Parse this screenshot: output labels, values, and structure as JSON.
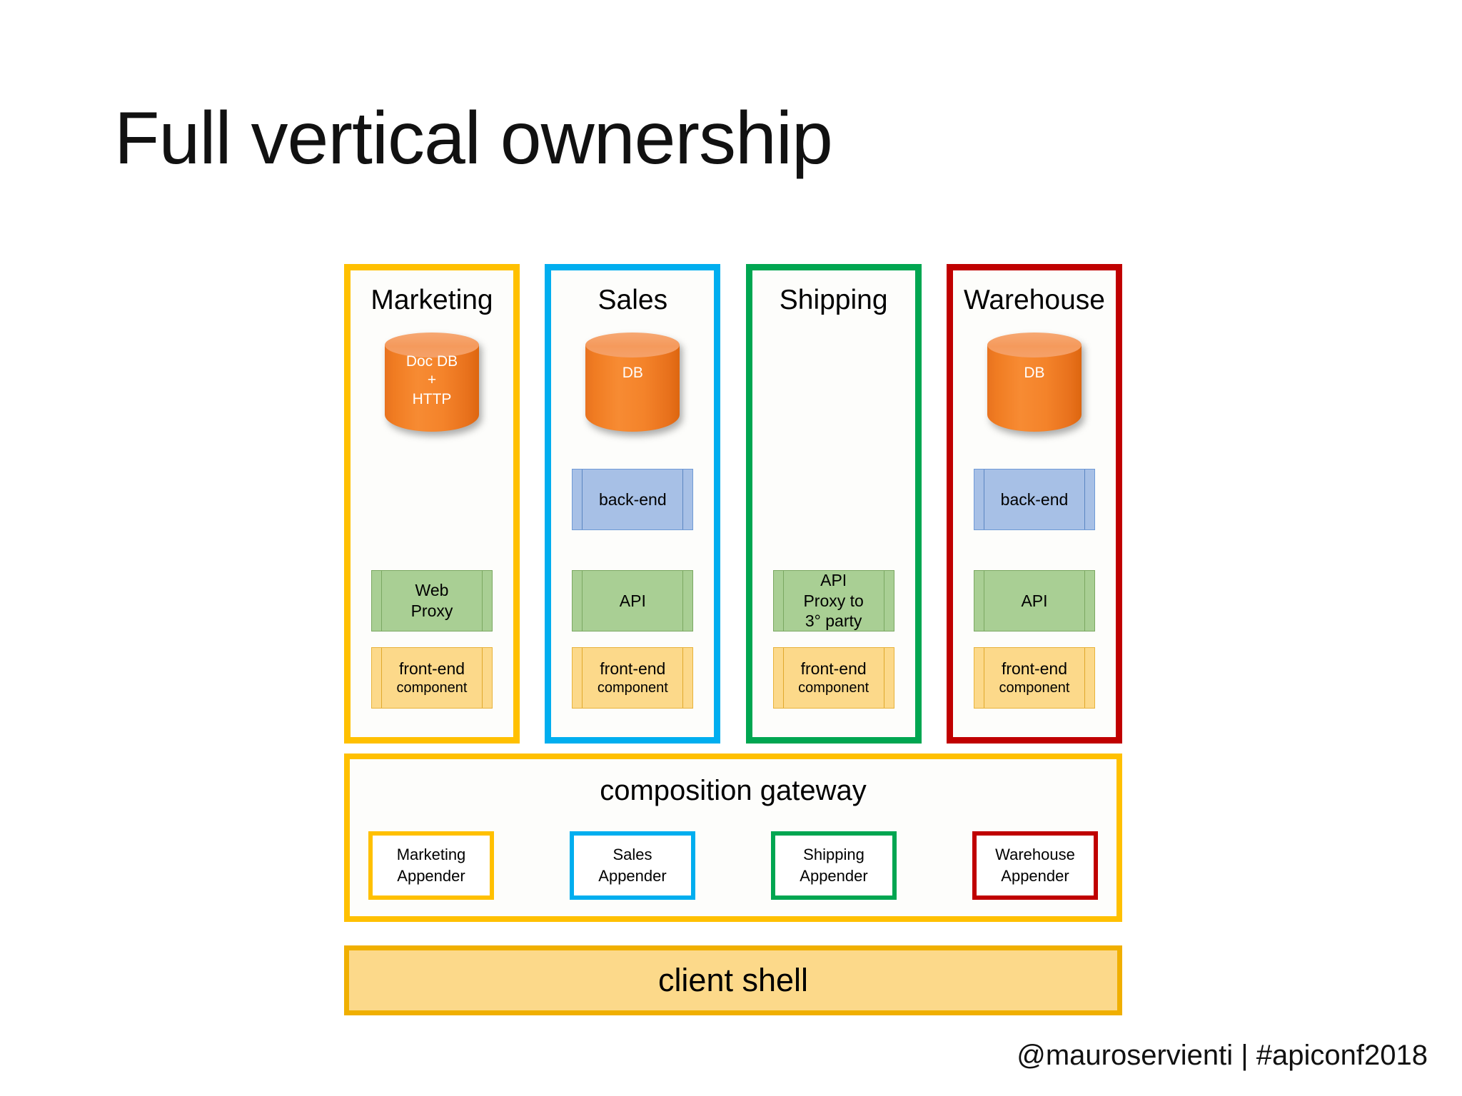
{
  "slide": {
    "title": "Full vertical ownership",
    "footer": "@mauroservienti | #apiconf2018",
    "background": "#ffffff"
  },
  "colors": {
    "marketing": "#FFC000",
    "sales": "#00AEEF",
    "shipping": "#00A651",
    "warehouse": "#C00000",
    "database_fill": "#F07C22",
    "backend_fill": "#A7C0E6",
    "api_fill": "#A9CF94",
    "frontend_fill": "#FCD98A",
    "client_shell_fill": "#FCD98A"
  },
  "verticals": [
    {
      "name": "Marketing",
      "accent": "#FFC000",
      "database": {
        "present": true,
        "label_lines": [
          "Doc DB",
          "+",
          "HTTP"
        ]
      },
      "backend": {
        "present": false,
        "label": ""
      },
      "api": {
        "present": true,
        "label_lines": [
          "Web",
          "Proxy"
        ]
      },
      "frontend": {
        "present": true,
        "label_lines": [
          "front-end",
          "component"
        ]
      }
    },
    {
      "name": "Sales",
      "accent": "#00AEEF",
      "database": {
        "present": true,
        "label_lines": [
          "DB"
        ]
      },
      "backend": {
        "present": true,
        "label": "back-end"
      },
      "api": {
        "present": true,
        "label_lines": [
          "API"
        ]
      },
      "frontend": {
        "present": true,
        "label_lines": [
          "front-end",
          "component"
        ]
      }
    },
    {
      "name": "Shipping",
      "accent": "#00A651",
      "database": {
        "present": false,
        "label_lines": []
      },
      "backend": {
        "present": false,
        "label": ""
      },
      "api": {
        "present": true,
        "label_lines": [
          "API",
          "Proxy to",
          "3° party"
        ]
      },
      "frontend": {
        "present": true,
        "label_lines": [
          "front-end",
          "component"
        ]
      }
    },
    {
      "name": "Warehouse",
      "accent": "#C00000",
      "database": {
        "present": true,
        "label_lines": [
          "DB"
        ]
      },
      "backend": {
        "present": true,
        "label": "back-end"
      },
      "api": {
        "present": true,
        "label_lines": [
          "API"
        ]
      },
      "frontend": {
        "present": true,
        "label_lines": [
          "front-end",
          "component"
        ]
      }
    }
  ],
  "gateway": {
    "title": "composition gateway",
    "accent": "#FFC000",
    "appenders": [
      {
        "line1": "Marketing",
        "line2": "Appender",
        "accent": "#FFC000"
      },
      {
        "line1": "Sales",
        "line2": "Appender",
        "accent": "#00AEEF"
      },
      {
        "line1": "Shipping",
        "line2": "Appender",
        "accent": "#00A651"
      },
      {
        "line1": "Warehouse",
        "line2": "Appender",
        "accent": "#C00000"
      }
    ]
  },
  "client_shell": {
    "label": "client shell"
  }
}
